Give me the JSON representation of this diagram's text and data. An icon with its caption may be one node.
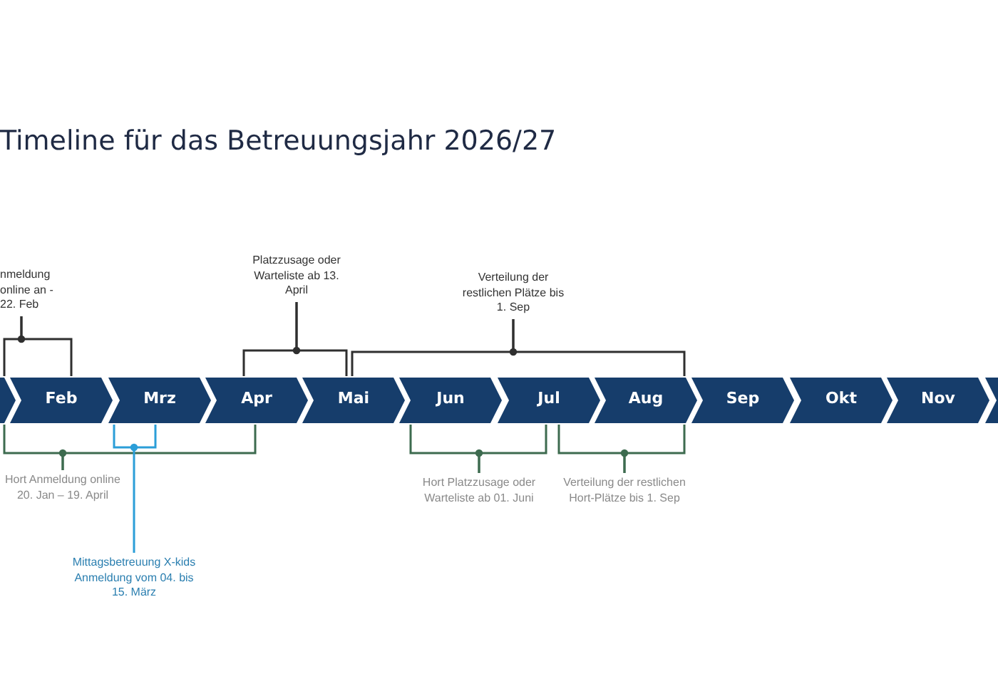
{
  "diagram": {
    "title": "Timeline für das Betreuungsjahr 2026/27",
    "nodes": [
      {
        "text": [],
        "shape": "chevron"
      },
      {
        "text": [
          "Feb"
        ]
      },
      {
        "text": [
          "Mrz"
        ]
      },
      {
        "text": [
          "Apr"
        ]
      },
      {
        "text": [
          "Mai"
        ]
      },
      {
        "text": [
          "Jun"
        ]
      },
      {
        "text": [
          "Jul"
        ]
      },
      {
        "text": [
          "Aug"
        ]
      },
      {
        "text": [
          "Sep"
        ]
      },
      {
        "text": [
          "Okt"
        ]
      },
      {
        "text": [
          "Nov"
        ]
      },
      {
        "text": [],
        "shape": "chevron"
      },
      {
        "text": [
          "nmeldung online an - 22. Feb"
        ]
      },
      {
        "text": [
          "Platzzusage oder Warteliste ab 13. April"
        ]
      },
      {
        "text": [
          "Verteilung der restlichen Plätze bis 1. Sep"
        ]
      },
      {
        "text": [
          "Hort Anmeldung online 20. Jan – 19. April"
        ]
      },
      {
        "text": [
          "Mittagsbetreuung X-kids Anmeldung vom 04. bis  15. März"
        ]
      },
      {
        "text": [
          "Hort Platzzusage oder Warteliste ab 01. Juni"
        ]
      },
      {
        "text": [
          "Verteilung der restlichen Hort-Plätze bis 1. Sep"
        ]
      }
    ],
    "edges": [
      {
        "from": 12,
        "to": 0,
        "arrow": "none",
        "color": "#2f2f2f"
      },
      {
        "from": 12,
        "to": 1,
        "arrow": "none",
        "color": "#2f2f2f"
      },
      {
        "from": 13,
        "to": 3,
        "arrow": "none",
        "color": "#2f2f2f"
      },
      {
        "from": 13,
        "to": 4,
        "arrow": "none",
        "color": "#2f2f2f"
      },
      {
        "from": 14,
        "to": 4,
        "arrow": "none",
        "color": "#2f2f2f"
      },
      {
        "from": 14,
        "to": 7,
        "arrow": "none",
        "color": "#2f2f2f"
      },
      {
        "from": 15,
        "to": 0,
        "arrow": "none"
      },
      {
        "from": 15,
        "to": 3,
        "arrow": "none"
      },
      {
        "from": 16,
        "to": 2,
        "arrow": "none",
        "color": "#2b9ed8"
      },
      {
        "from": 17,
        "to": 5,
        "arrow": "none"
      },
      {
        "from": 17,
        "to": 6,
        "arrow": "none"
      },
      {
        "from": 18,
        "to": 6,
        "arrow": "none"
      },
      {
        "from": 18,
        "to": 7,
        "arrow": "none"
      }
    ]
  }
}
